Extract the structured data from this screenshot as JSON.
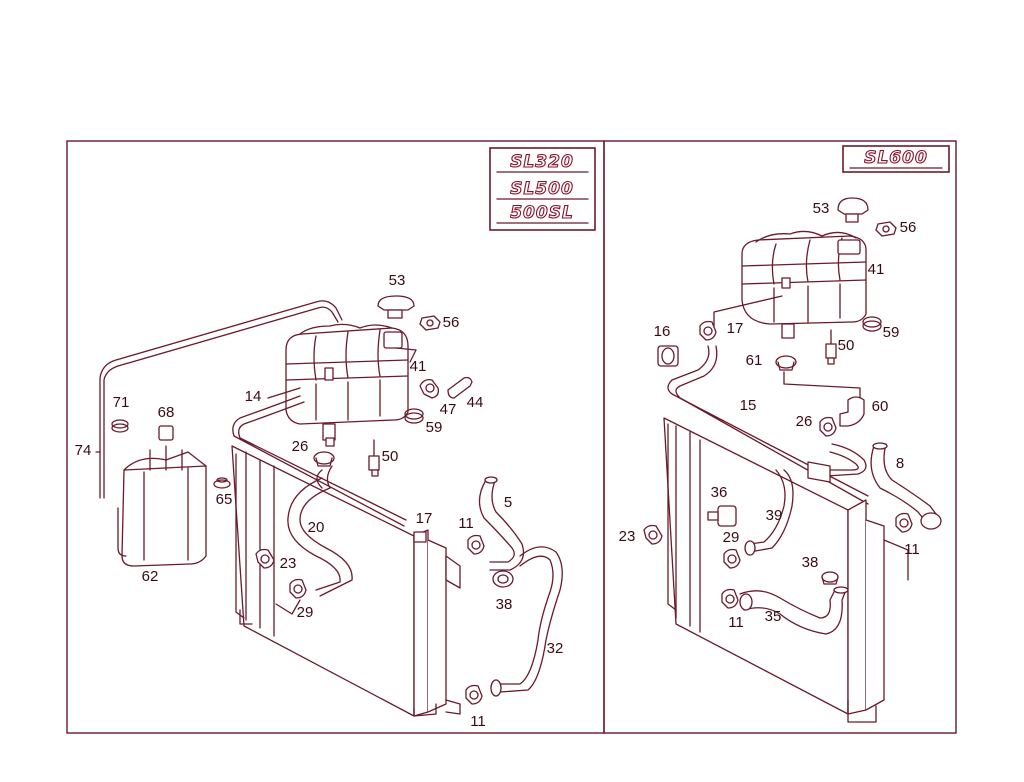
{
  "colors": {
    "line": "#6a1a2a",
    "badge": "#8a1028",
    "text": "#3a0a12"
  },
  "left_panel": {
    "badges": [
      "SL320",
      "SL500",
      "500SL"
    ],
    "labels": {
      "p74": "74",
      "p71": "71",
      "p68": "68",
      "p65": "65",
      "p62": "62",
      "p14": "14",
      "p53": "53",
      "p56": "56",
      "p41": "41",
      "p47": "47",
      "p44": "44",
      "p59": "59",
      "p26": "26",
      "p50": "50",
      "p20": "20",
      "p23": "23",
      "p29": "29",
      "p17": "17",
      "p11a": "11",
      "p5": "5",
      "p38": "38",
      "p32": "32",
      "p11b": "11"
    }
  },
  "right_panel": {
    "badges": [
      "SL600"
    ],
    "labels": {
      "p53": "53",
      "p56": "56",
      "p41": "41",
      "p16": "16",
      "p17": "17",
      "p59": "59",
      "p61": "61",
      "p50": "50",
      "p15": "15",
      "p60": "60",
      "p26": "26",
      "p8": "8",
      "p36": "36",
      "p39": "39",
      "p23": "23",
      "p29": "29",
      "p38": "38",
      "p11a": "11",
      "p35": "35",
      "p11b": "11"
    }
  }
}
